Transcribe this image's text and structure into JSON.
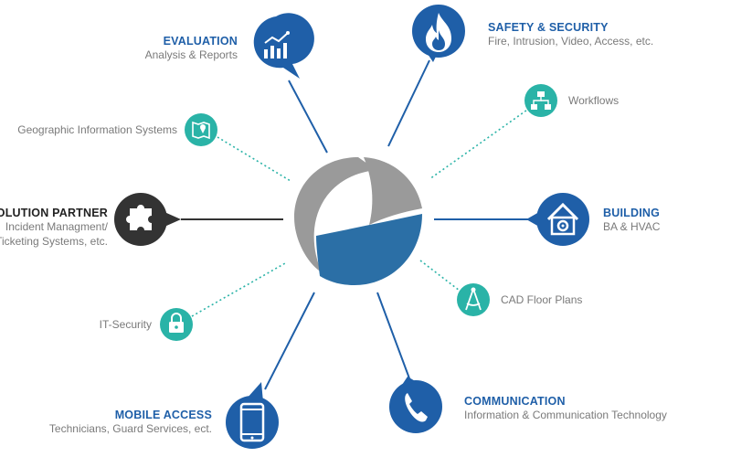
{
  "colors": {
    "blue": "#1f5fa8",
    "dark": "#333333",
    "teal": "#2ab3a7",
    "gray_text": "#7a7a7a",
    "logo_gray": "#9a9a9a",
    "logo_blue": "#2b6fa6"
  },
  "nodes": {
    "evaluation": {
      "title": "EVALUATION",
      "sub": "Analysis & Reports",
      "icon": "bar-chart-icon"
    },
    "safety": {
      "title": "SAFETY & SECURITY",
      "sub": "Fire, Intrusion, Video, Access, etc.",
      "icon": "flame-icon"
    },
    "workflows": {
      "title": "Workflows",
      "icon": "workflow-icon"
    },
    "gis": {
      "title": "Geographic Information Systems",
      "icon": "map-pin-icon"
    },
    "solution": {
      "title": "SOLUTION PARTNER",
      "sub1": "Incident Managment/",
      "sub2": "Ticketing Systems, etc.",
      "icon": "puzzle-icon"
    },
    "building": {
      "title": "BUILDING",
      "sub": "BA & HVAC",
      "icon": "house-gear-icon"
    },
    "cad": {
      "title": "CAD Floor Plans",
      "icon": "compass-icon"
    },
    "itsecurity": {
      "title": "IT-Security",
      "icon": "lock-icon"
    },
    "mobile": {
      "title": "MOBILE ACCESS",
      "sub": "Technicians, Guard Services, ect.",
      "icon": "smartphone-icon"
    },
    "communication": {
      "title": "COMMUNICATION",
      "sub": "Information & Communication Technology",
      "icon": "phone-icon"
    }
  }
}
